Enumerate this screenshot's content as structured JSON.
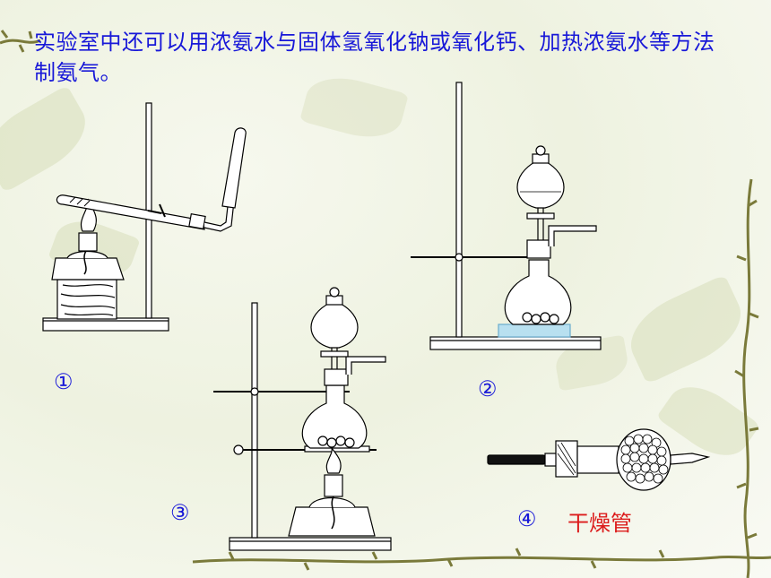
{
  "slide": {
    "title": "实验室中还可以用浓氨水与固体氢氧化钠或氧化钙、加热浓氨水等方法制氨气。",
    "apparatus_labels": [
      "①",
      "②",
      "③",
      "④"
    ],
    "drying_tube_label": "干燥管"
  },
  "colors": {
    "title_text": "#1818d8",
    "label_text": "#1818d8",
    "drying_tube_text": "#dc1c1c",
    "vine": "#8a8a4a",
    "leaf": "#b8c490",
    "ice_block": "#b8e0f0"
  },
  "icons": [
    "vine-border",
    "ring-stand",
    "alcohol-lamp",
    "test-tube",
    "separatory-funnel",
    "round-bottom-flask",
    "drying-tube"
  ]
}
